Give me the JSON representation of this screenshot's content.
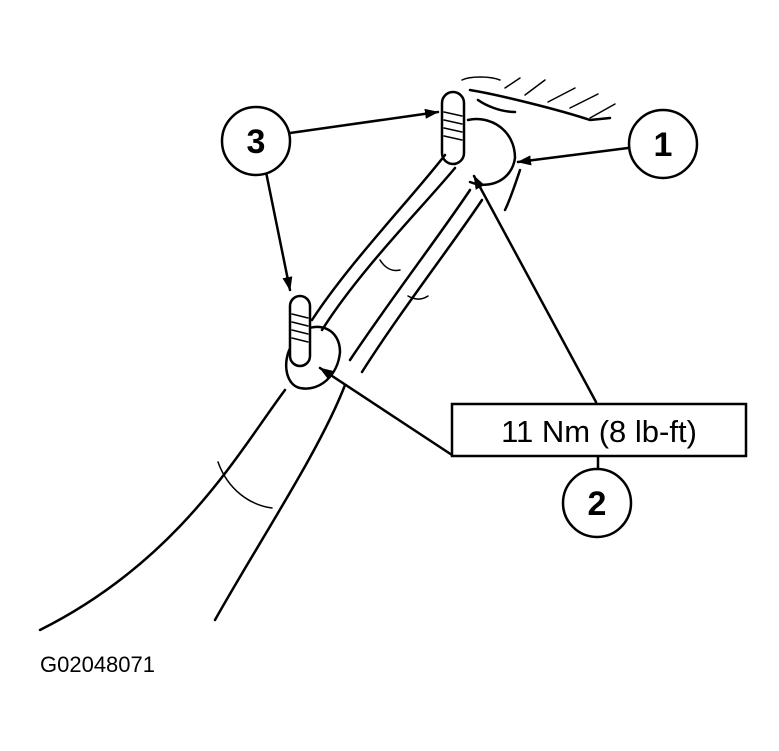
{
  "callouts": {
    "c1": "1",
    "c2": "2",
    "c3": "3"
  },
  "torque_label": "11 Nm (8 lb-ft)",
  "figure_id": "G02048071"
}
